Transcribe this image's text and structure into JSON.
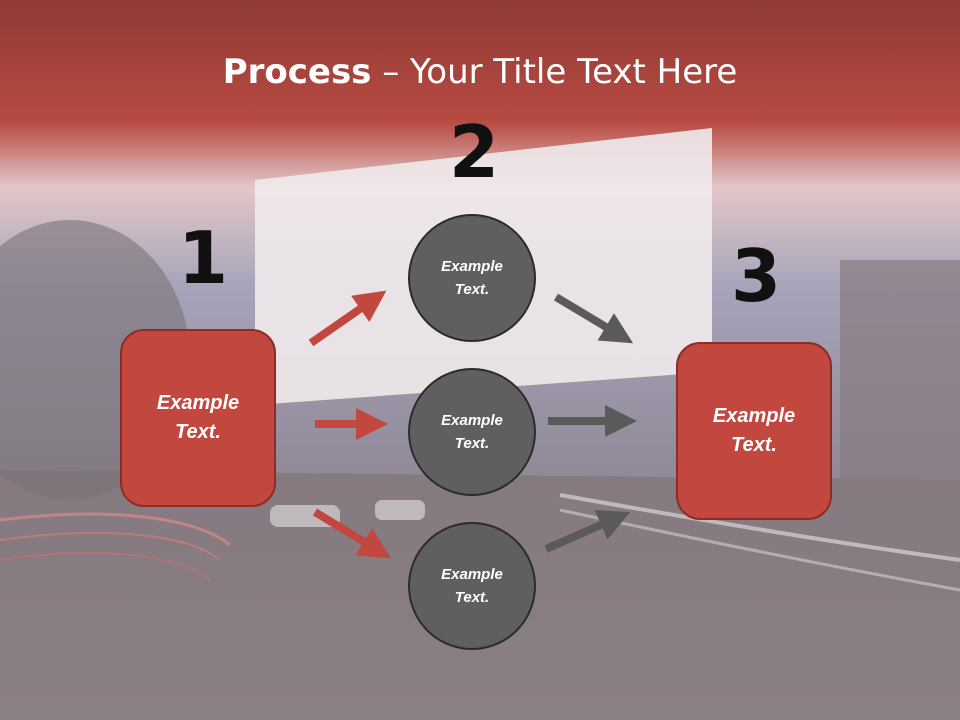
{
  "title": {
    "bold": "Process",
    "rest": " – Your Title Text Here"
  },
  "steps": [
    {
      "number": "1",
      "line1": "Example",
      "line2": "Text."
    },
    {
      "number": "2",
      "line1": "Example",
      "line2": "Text."
    },
    {
      "number": "3",
      "line1": "Example",
      "line2": "Text."
    }
  ],
  "circles": [
    {
      "line1": "Example",
      "line2": "Text."
    },
    {
      "line1": "Example",
      "line2": "Text."
    },
    {
      "line1": "Example",
      "line2": "Text."
    }
  ],
  "colors": {
    "header": "#c1473f",
    "box": "#c1473f",
    "circle": "#5f5f5f",
    "arrow_red": "#c1473f",
    "arrow_gray": "#5a5a5a"
  }
}
